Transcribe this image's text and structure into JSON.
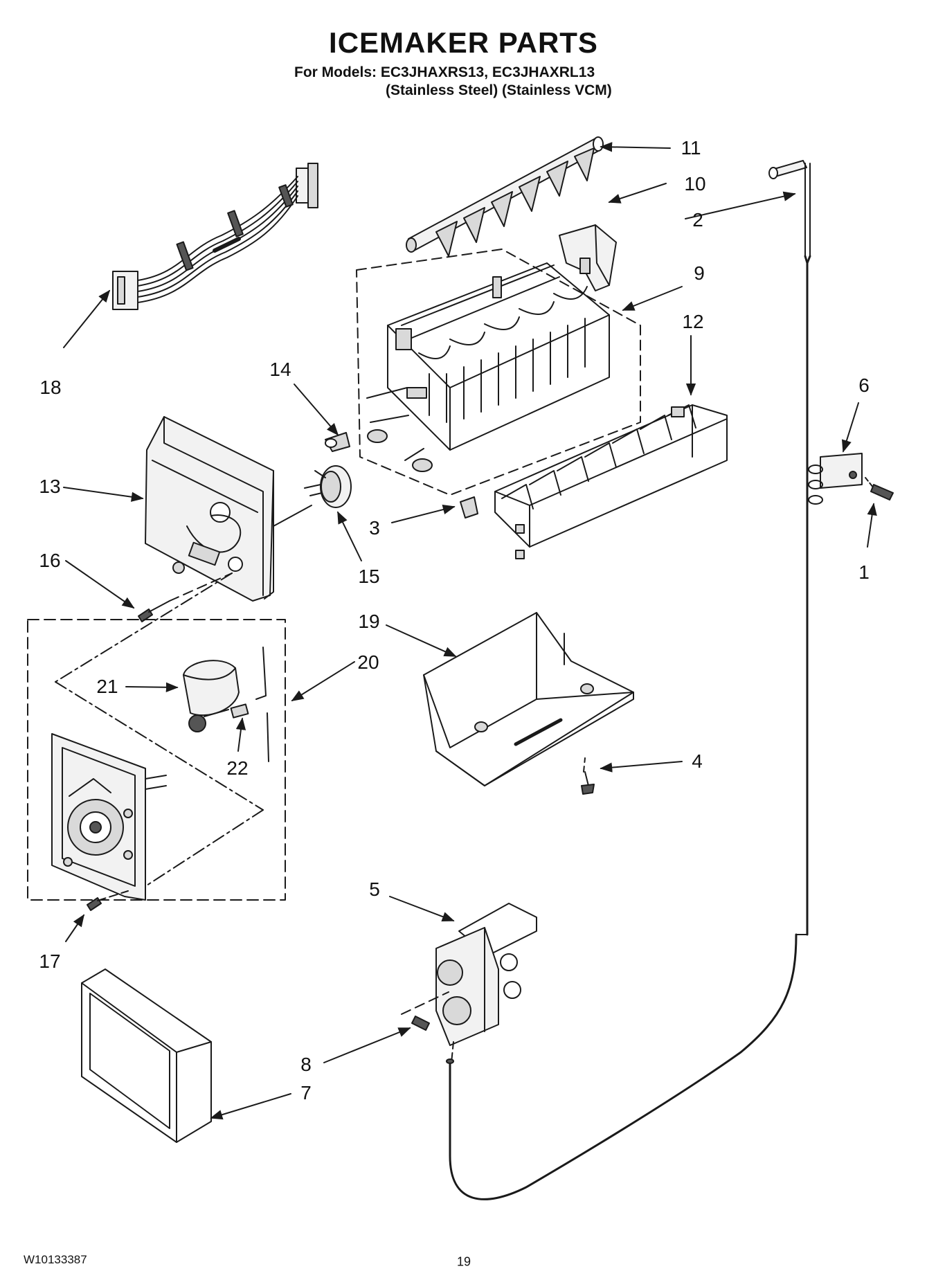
{
  "header": {
    "title": "ICEMAKER PARTS",
    "models_line1": "For Models: EC3JHAXRS13, EC3JHAXRL13",
    "models_line2": "(Stainless Steel) (Stainless VCM)"
  },
  "callouts": [
    "1",
    "2",
    "3",
    "4",
    "5",
    "6",
    "7",
    "8",
    "9",
    "10",
    "11",
    "12",
    "13",
    "14",
    "15",
    "16",
    "17",
    "18",
    "19",
    "20",
    "21",
    "22"
  ],
  "footer": {
    "doc_number": "W10133387",
    "page_number": "19"
  },
  "colors": {
    "line": "#1a1a1a",
    "fill_light": "#f2f2f2",
    "fill_mid": "#d9d9d9",
    "fill_dark": "#555555"
  }
}
